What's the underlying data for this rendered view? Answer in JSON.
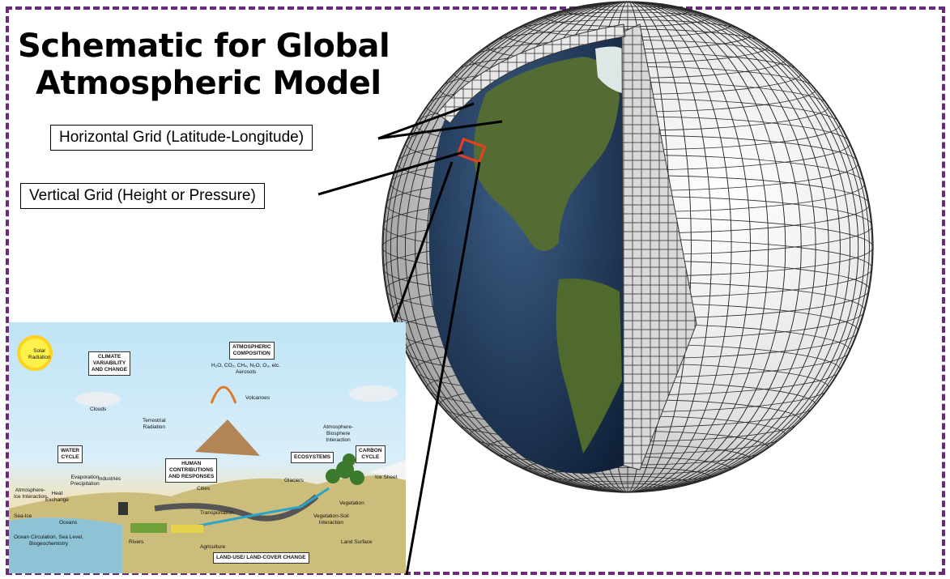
{
  "title": {
    "line1": "Schematic for Global",
    "line2": "Atmospheric Model"
  },
  "labels": {
    "horizontal": "Horizontal Grid (Latitude-Longitude)",
    "vertical": "Vertical Grid (Height or Pressure)"
  },
  "colors": {
    "frame": "#6a2a7a",
    "grid_cell": "#e6e6e6",
    "grid_line": "#333333",
    "ocean": "#1d3b63",
    "land": "#4d6b2e",
    "highlight": "#e8401c"
  },
  "inset": {
    "solar": "Solar\nRadiation",
    "climate": "CLIMATE\nVARIABILITY\nAND CHANGE",
    "atmos": "ATMOSPHERIC\nCOMPOSITION",
    "atmos_gases": "H₂O, CO₂, CH₄, N₂O, O₃, etc.\nAerosols",
    "volcanoes": "Volcanoes",
    "clouds": "Clouds",
    "terrestrial": "Terrestrial\nRadiation",
    "water_cycle": "WATER\nCYCLE",
    "evap": "Evaporation\nPrecipitation",
    "human": "HUMAN\nCONTRIBUTIONS\nAND RESPONSES",
    "ecosystems": "ECOSYSTEMS",
    "atmos_bio": "Atmosphere-\nBiosphere\nInteraction",
    "carbon": "CARBON\nCYCLE",
    "industries": "Industries",
    "cities": "Cities",
    "glaciers": "Glaciers",
    "ice_sheet": "Ice Sheet",
    "atmos_ice": "Atmosphere-\nIce Interaction",
    "heat": "Heat\nExchange",
    "sea_ice": "Sea-Ice",
    "oceans": "Oceans",
    "transportation": "Transportation",
    "vegetation": "Vegetation",
    "veg_soil": "Vegetation-Soil\nInteraction",
    "agriculture": "Agriculture",
    "ocean_circ": "Ocean Circulation, Sea Level,\nBiogeochemistry",
    "rivers": "Rivers",
    "land_surface": "Land Surface",
    "land_use": "LAND-USE/ LAND-COVER CHANGE"
  }
}
